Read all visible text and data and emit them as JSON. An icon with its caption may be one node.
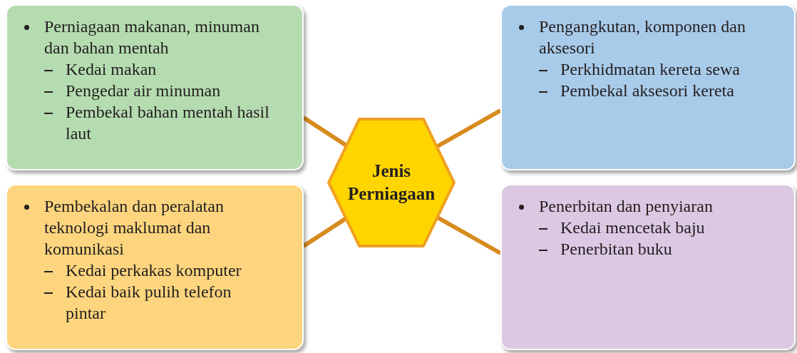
{
  "diagram": {
    "nodes": [
      {
        "text": [
          "Perniagaan makanan, minuman dan bahan mentah",
          "Kedai makan",
          "Pengedar air minuman",
          "Pembekal bahan mentah hasil laut"
        ]
      },
      {
        "text": [
          "Pengangkutan, komponen dan aksesori",
          "Perkhidmatan kereta sewa",
          "Pembekal aksesori kereta"
        ]
      },
      {
        "text": [
          "Jenis Perniagaan"
        ]
      },
      {
        "text": [
          "Pembekalan dan peralatan teknologi maklumat dan komunikasi",
          "Kedai perkakas komputer",
          "Kedai baik pulih telefon pintar"
        ]
      },
      {
        "text": [
          "Penerbitan dan penyiaran",
          "Kedai mencetak baju",
          "Penerbitan buku"
        ]
      }
    ],
    "edges": [
      {
        "from": 2,
        "to": 0,
        "arrow": "none"
      },
      {
        "from": 2,
        "to": 1,
        "arrow": "none"
      },
      {
        "from": 2,
        "to": 3,
        "arrow": "none"
      },
      {
        "from": 2,
        "to": 4,
        "arrow": "none"
      }
    ]
  }
}
